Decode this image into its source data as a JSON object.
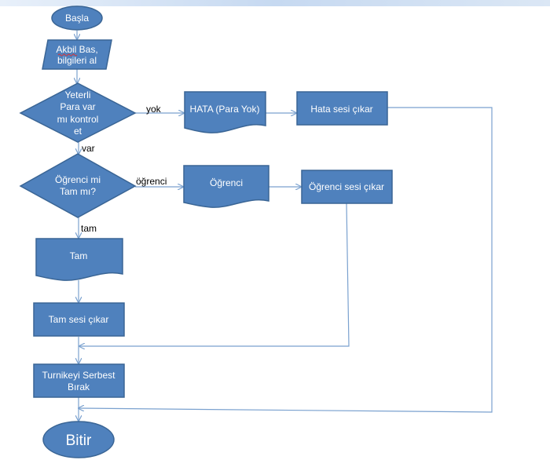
{
  "header_bar_color": "#c6d9f1",
  "nodes": {
    "start": "Başla",
    "input": [
      "Akbil Bas,",
      "bilgileri al"
    ],
    "decision_balance": [
      "Yeterli",
      "Para var",
      "mı kontrol",
      "et"
    ],
    "error_doc": "HATA (Para Yok)",
    "error_sound": "Hata sesi çıkar",
    "decision_type": [
      "Öğrenci mi",
      "Tam mı?"
    ],
    "student_doc": "Öğrenci",
    "student_sound": "Öğrenci sesi çıkar",
    "full_doc": "Tam",
    "full_sound": "Tam sesi çıkar",
    "release": [
      "Turnikeyi Serbest",
      "Bırak"
    ],
    "end": "Bitir"
  },
  "edge_labels": {
    "no": "yok",
    "yes": "var",
    "student": "öğrenci",
    "full": "tam"
  },
  "colors": {
    "shape_fill": "#4f81bd",
    "shape_stroke": "#3a6595",
    "connector": "#7aa1cf"
  }
}
